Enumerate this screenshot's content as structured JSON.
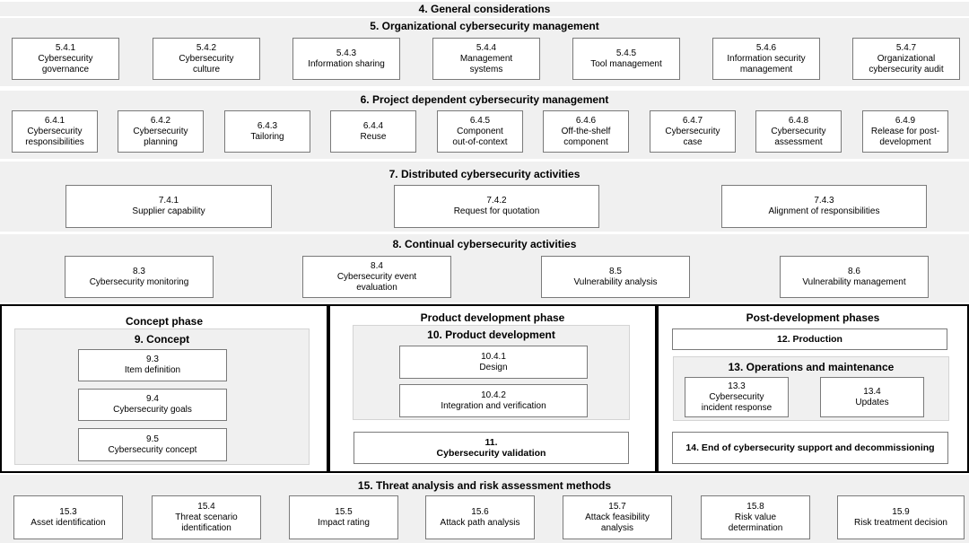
{
  "general": {
    "title": "4. General considerations"
  },
  "org": {
    "title": "5. Organizational cybersecurity management",
    "items": [
      {
        "num": "5.4.1",
        "lines": [
          "Cybersecurity",
          "governance"
        ]
      },
      {
        "num": "5.4.2",
        "lines": [
          "Cybersecurity",
          "culture"
        ]
      },
      {
        "num": "5.4.3",
        "lines": [
          "Information sharing"
        ]
      },
      {
        "num": "5.4.4",
        "lines": [
          "Management",
          "systems"
        ]
      },
      {
        "num": "5.4.5",
        "lines": [
          "Tool management"
        ]
      },
      {
        "num": "5.4.6",
        "lines": [
          "Information security",
          "management"
        ]
      },
      {
        "num": "5.4.7",
        "lines": [
          "Organizational",
          "cybersecurity audit"
        ]
      }
    ]
  },
  "project": {
    "title": "6. Project dependent cybersecurity management",
    "items": [
      {
        "num": "6.4.1",
        "lines": [
          "Cybersecurity",
          "responsibilities"
        ]
      },
      {
        "num": "6.4.2",
        "lines": [
          "Cybersecurity",
          "planning"
        ]
      },
      {
        "num": "6.4.3",
        "lines": [
          "Tailoring"
        ]
      },
      {
        "num": "6.4.4",
        "lines": [
          "Reuse"
        ]
      },
      {
        "num": "6.4.5",
        "lines": [
          "Component",
          "out-of-context"
        ]
      },
      {
        "num": "6.4.6",
        "lines": [
          "Off-the-shelf",
          "component"
        ]
      },
      {
        "num": "6.4.7",
        "lines": [
          "Cybersecurity",
          "case"
        ]
      },
      {
        "num": "6.4.8",
        "lines": [
          "Cybersecurity",
          "assessment"
        ]
      },
      {
        "num": "6.4.9",
        "lines": [
          "Release for post-",
          "development"
        ]
      }
    ]
  },
  "distributed": {
    "title": "7. Distributed cybersecurity activities",
    "items": [
      {
        "num": "7.4.1",
        "lines": [
          "Supplier capability"
        ]
      },
      {
        "num": "7.4.2",
        "lines": [
          "Request for quotation"
        ]
      },
      {
        "num": "7.4.3",
        "lines": [
          "Alignment of responsibilities"
        ]
      }
    ]
  },
  "continual": {
    "title": "8. Continual cybersecurity activities",
    "items": [
      {
        "num": "8.3",
        "lines": [
          "Cybersecurity monitoring"
        ]
      },
      {
        "num": "8.4",
        "lines": [
          "Cybersecurity event",
          "evaluation"
        ]
      },
      {
        "num": "8.5",
        "lines": [
          "Vulnerability analysis"
        ]
      },
      {
        "num": "8.6",
        "lines": [
          "Vulnerability management"
        ]
      }
    ]
  },
  "concept_phase": {
    "title": "Concept phase",
    "sub_title": "9. Concept",
    "items": [
      {
        "num": "9.3",
        "lines": [
          "Item definition"
        ]
      },
      {
        "num": "9.4",
        "lines": [
          "Cybersecurity goals"
        ]
      },
      {
        "num": "9.5",
        "lines": [
          "Cybersecurity concept"
        ]
      }
    ]
  },
  "product_phase": {
    "title": "Product development phase",
    "sub_title": "10. Product development",
    "items": [
      {
        "num": "10.4.1",
        "lines": [
          "Design"
        ]
      },
      {
        "num": "10.4.2",
        "lines": [
          "Integration and verification"
        ]
      }
    ],
    "validation": {
      "num": "11.",
      "lines": [
        "Cybersecurity validation"
      ]
    }
  },
  "post_phase": {
    "title": "Post-development phases",
    "production": "12. Production",
    "ops_title": "13. Operations and maintenance",
    "ops_items": [
      {
        "num": "13.3",
        "lines": [
          "Cybersecurity",
          "incident response"
        ]
      },
      {
        "num": "13.4",
        "lines": [
          "Updates"
        ]
      }
    ],
    "end_support": "14. End of cybersecurity support and decommissioning"
  },
  "tara": {
    "title": "15. Threat analysis and risk assessment methods",
    "items": [
      {
        "num": "15.3",
        "lines": [
          "Asset identification"
        ]
      },
      {
        "num": "15.4",
        "lines": [
          "Threat scenario",
          "identification"
        ]
      },
      {
        "num": "15.5",
        "lines": [
          "Impact rating"
        ]
      },
      {
        "num": "15.6",
        "lines": [
          "Attack path analysis"
        ]
      },
      {
        "num": "15.7",
        "lines": [
          "Attack feasibility",
          "analysis"
        ]
      },
      {
        "num": "15.8",
        "lines": [
          "Risk value",
          "determination"
        ]
      },
      {
        "num": "15.9",
        "lines": [
          "Risk treatment decision"
        ]
      }
    ]
  }
}
